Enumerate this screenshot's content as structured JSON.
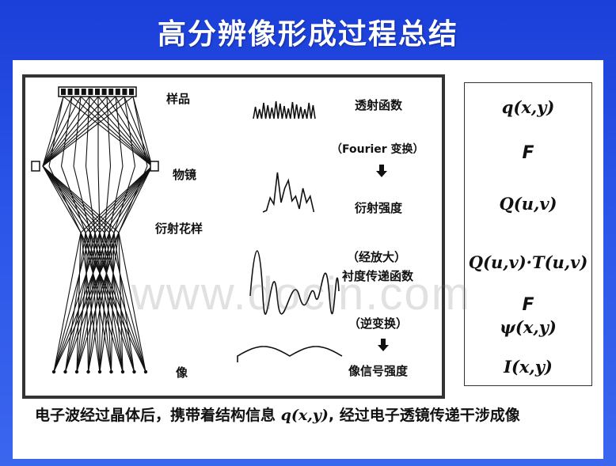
{
  "title": "高分辨像形成过程总结",
  "diagram": {
    "labels": {
      "sample": "样品",
      "objective": "物镜",
      "diffraction_pattern": "衍射花样",
      "image": "像"
    },
    "process": {
      "transmission_function": "透射函数",
      "fourier_transform": "（Fourier 变换）",
      "diffraction_intensity": "衍射强度",
      "magnified": "（经放大）",
      "contrast_transfer_function": "衬度传递函数",
      "inverse_transform": "（逆变换）",
      "image_signal_intensity": "像信号强度"
    }
  },
  "formulas": {
    "q": "q(x,y)",
    "f1": "F",
    "Q": "Q(u,v)",
    "QT": "Q(u,v)·T(u,v)",
    "f2": "F",
    "psi": "ψ(x,y)",
    "I": "I(x,y)"
  },
  "watermark": "www.docin.com",
  "summary": {
    "part1": "电子波经过晶体后，携带着结构信息 ",
    "formula": "q(x,y)",
    "part2": ", 经过电子透镜传递干涉成像"
  }
}
